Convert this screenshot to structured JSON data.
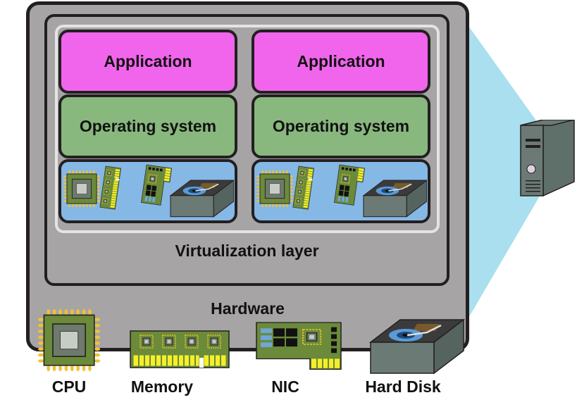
{
  "colors": {
    "application": "#f165ec",
    "operating_system": "#88b87e",
    "virtual_hardware": "#86b8e6",
    "host_gray": "#a6a4a5",
    "outline": "#231f20",
    "beam": "#a9dfee",
    "server": "#6b7a75"
  },
  "vms": [
    {
      "application": "Application",
      "os": "Operating system",
      "virtual_hardware": [
        "cpu-icon",
        "memory-icon",
        "nic-icon",
        "hard-disk-icon"
      ]
    },
    {
      "application": "Application",
      "os": "Operating system",
      "virtual_hardware": [
        "cpu-icon",
        "memory-icon",
        "nic-icon",
        "hard-disk-icon"
      ]
    }
  ],
  "virtualization_layer": "Virtualization layer",
  "hardware": {
    "title": "Hardware",
    "components": [
      {
        "label": "CPU",
        "icon": "cpu-icon"
      },
      {
        "label": "Memory",
        "icon": "memory-icon"
      },
      {
        "label": "NIC",
        "icon": "nic-icon"
      },
      {
        "label": "Hard Disk",
        "icon": "hard-disk-icon"
      }
    ]
  },
  "physical_server": {
    "icon": "server-tower-icon"
  }
}
